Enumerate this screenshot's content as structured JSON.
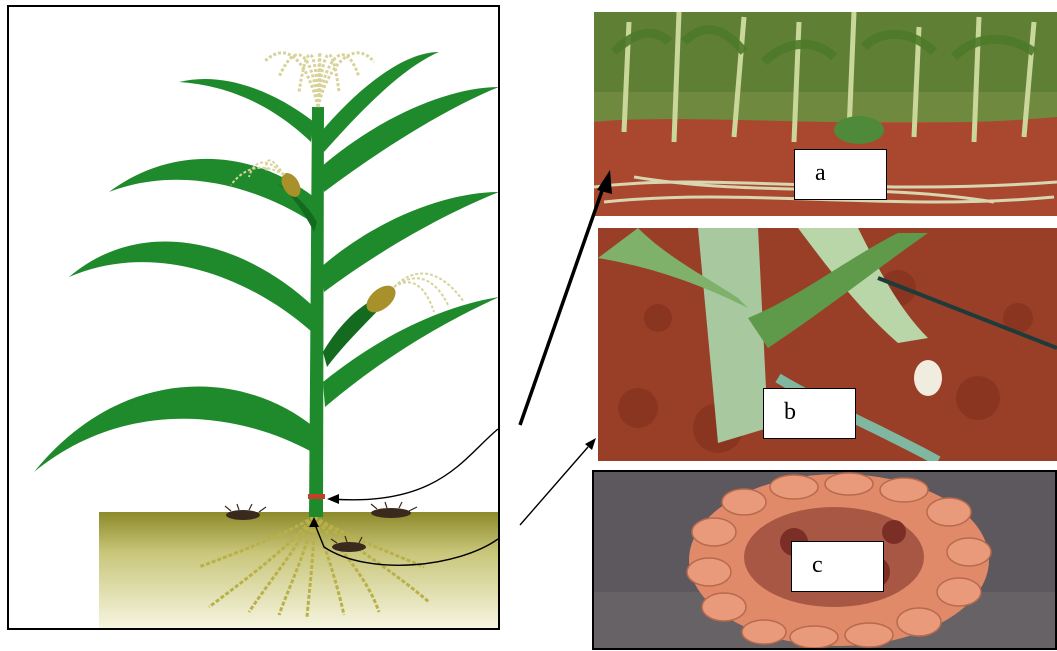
{
  "labels": {
    "a": "a",
    "b": "b",
    "c": "c"
  },
  "icons": {
    "plant": "maize-plant-illustration",
    "insects": "stem-borer-insect-icon",
    "photo_a": "lodged-maize-field-photo",
    "photo_b": "damaged-stem-base-photo",
    "photo_c": "damaged-maize-cob-photo"
  },
  "colors": {
    "leaf": "#1f8a2c",
    "leaf_dark": "#146b1f",
    "tassel": "#d8d39a",
    "soil_top": "#8c8a2a",
    "soil_bottom": "#f4f2d6",
    "arrow": "#000000"
  }
}
